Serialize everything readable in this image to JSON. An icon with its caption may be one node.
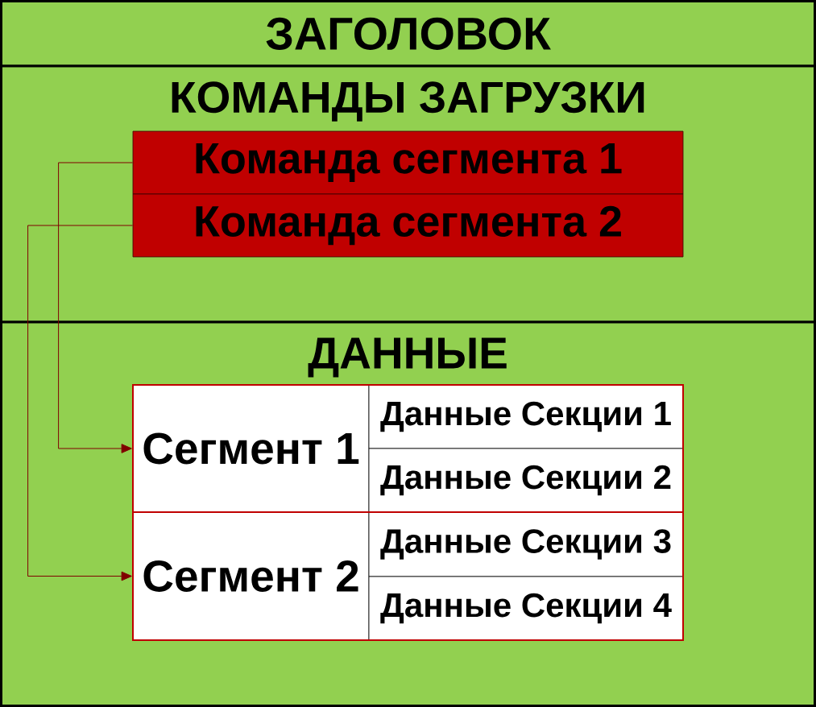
{
  "diagram": {
    "nodes": [
      {
        "text": [
          "ЗАГОЛОВОК"
        ]
      },
      {
        "text": [
          "КОМАНДЫ ЗАГРУЗКИ"
        ]
      },
      {
        "text": [
          "Команда сегмента 1"
        ],
        "in": 1
      },
      {
        "text": [
          "Команда сегмента 2"
        ],
        "in": 1
      },
      {
        "text": [
          "ДАННЫЕ"
        ]
      },
      {
        "text": [
          "Сегмент 1"
        ],
        "in": 4
      },
      {
        "text": [
          "Данные Секции 1"
        ],
        "in": 4
      },
      {
        "text": [
          "Данные Секции 2"
        ],
        "in": 4
      },
      {
        "text": [
          "Сегмент 2"
        ],
        "in": 4
      },
      {
        "text": [
          "Данные Секции 3"
        ],
        "in": 4
      },
      {
        "text": [
          "Данные Секции 4"
        ],
        "in": 4
      }
    ],
    "edges": [
      {
        "from": 2,
        "to": 5,
        "arrow": "to",
        "color": "#800000"
      },
      {
        "from": 3,
        "to": 8,
        "arrow": "to",
        "color": "#800000"
      }
    ]
  }
}
